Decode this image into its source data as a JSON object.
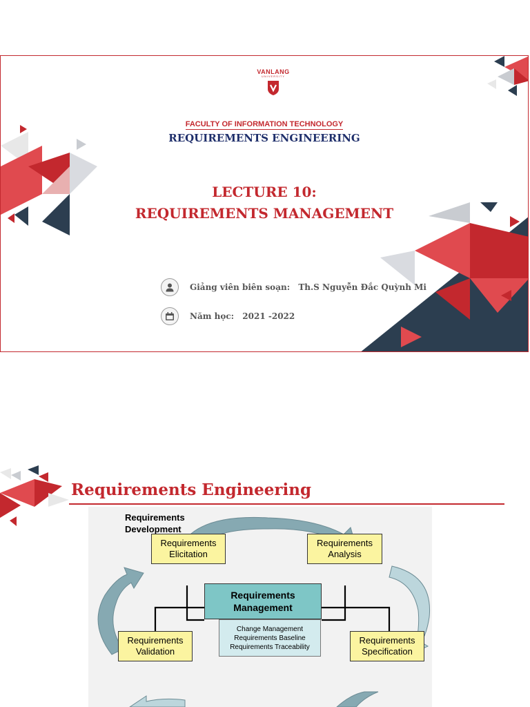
{
  "slide1": {
    "logo": {
      "name": "VANLANG",
      "sub": "UNIVERSITY"
    },
    "faculty": "FACULTY OF INFORMATION TECHNOLOGY",
    "course": "REQUIREMENTS ENGINEERING",
    "lecture_line1": "LECTURE 10:",
    "lecture_line2": "REQUIREMENTS MANAGEMENT",
    "lecturer_label": "Giảng viên biên soạn:",
    "lecturer_name": "Th.S Nguyễn Đắc Quỳnh Mi",
    "year_label": "Năm học:",
    "year_value": "2021 -2022",
    "icons": [
      "person-icon",
      "calendar-icon"
    ],
    "colors": {
      "accent": "#c3282e",
      "navy": "#1f2f6b",
      "dark": "#2c3e50"
    }
  },
  "slide2": {
    "title": "Requirements Engineering",
    "dev_label_line1": "Requirements",
    "dev_label_line2": "Development",
    "boxes": {
      "elicitation": "Requirements Elicitation",
      "analysis": "Requirements Analysis",
      "validation": "Requirements Validation",
      "specification": "Requirements Specification"
    },
    "management": "Requirements Management",
    "management_items": [
      "Change Management",
      "Requirements Baseline",
      "Requirements Traceability"
    ]
  }
}
